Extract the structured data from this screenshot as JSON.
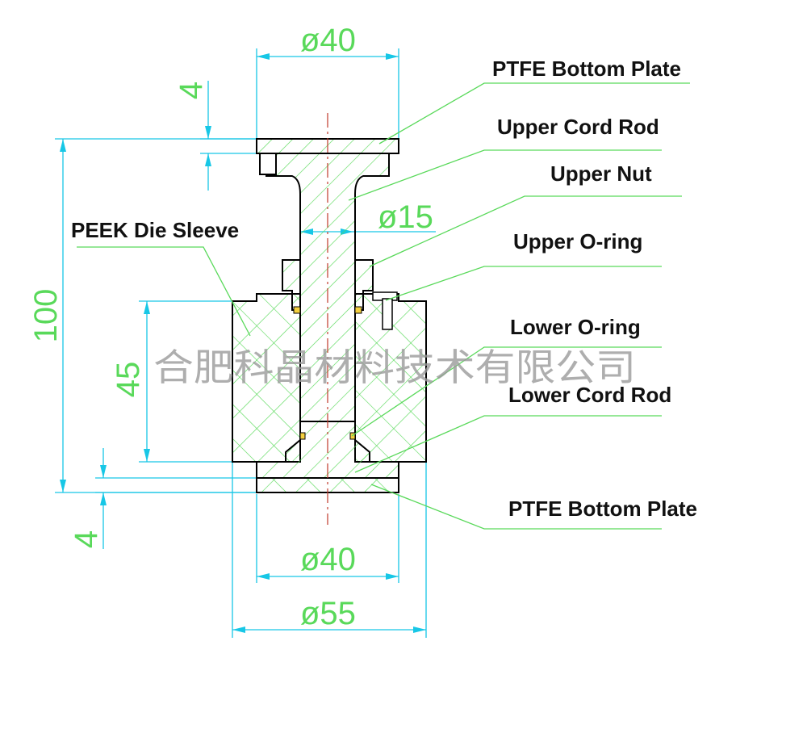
{
  "callouts": {
    "top_plate": "PTFE Bottom Plate",
    "upper_rod": "Upper Cord Rod",
    "upper_nut": "Upper Nut",
    "upper_oring": "Upper O-ring",
    "lower_oring": "Lower O-ring",
    "lower_rod": "Lower Cord Rod",
    "bottom_plate": "PTFE Bottom Plate",
    "sleeve": "PEEK Die Sleeve"
  },
  "dimensions": {
    "top_diameter": "ø40",
    "top_plate_thickness": "4",
    "rod_diameter": "ø15",
    "overall_height": "100",
    "sleeve_height": "45",
    "bottom_plate_thickness": "4",
    "bottom_diameter": "ø40",
    "sleeve_diameter": "ø55"
  },
  "watermark": "合肥科晶材料技术有限公司",
  "colors": {
    "dimension_text": "#59d95a",
    "leader": "#59d95a",
    "dimension_line": "#17c7e6",
    "hatch": "#59d95a",
    "centerline": "#c0392b",
    "outline": "#000000"
  }
}
